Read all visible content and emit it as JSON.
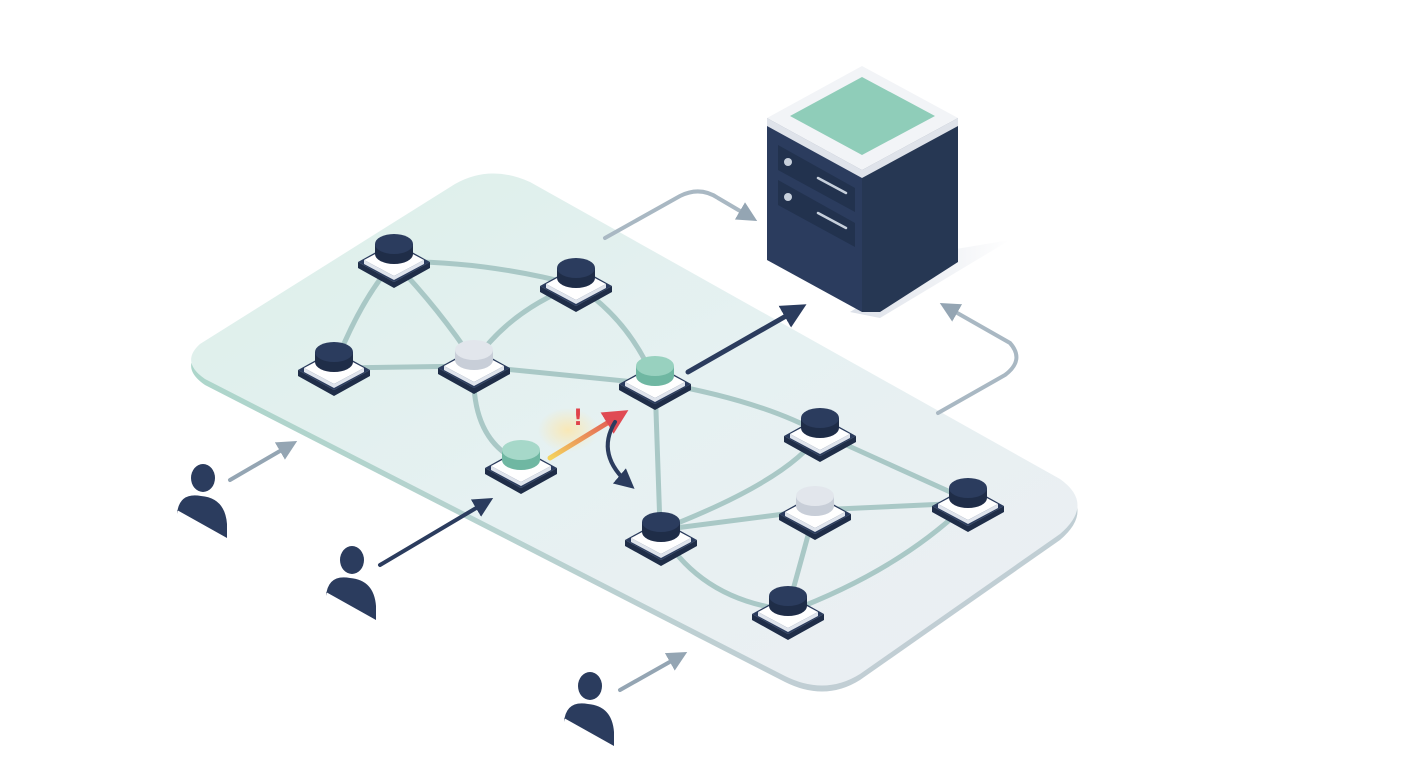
{
  "diagram": {
    "alert": {
      "label": "!",
      "color": "#e0424a"
    },
    "colors": {
      "navy": "#2b3c5e",
      "navy_dark": "#1f2d48",
      "mint": "#8fcdb9",
      "mint_light": "#b9e3d6",
      "gray_cap": "#dfe3ea",
      "link": "#a9b8c3",
      "arrow_gray": "#94a5b3",
      "arrow_dark": "#2b3c5e",
      "alert_red": "#e25a5a",
      "alert_yellow": "#f3c24b"
    },
    "nodes": [
      {
        "id": "n1",
        "cap": "navy"
      },
      {
        "id": "n2",
        "cap": "navy"
      },
      {
        "id": "n3",
        "cap": "navy"
      },
      {
        "id": "n4",
        "cap": "gray"
      },
      {
        "id": "n5",
        "cap": "mint"
      },
      {
        "id": "n6",
        "cap": "mint"
      },
      {
        "id": "n7",
        "cap": "navy"
      },
      {
        "id": "n8",
        "cap": "gray"
      },
      {
        "id": "n9",
        "cap": "navy"
      },
      {
        "id": "n10",
        "cap": "navy"
      },
      {
        "id": "n11",
        "cap": "navy"
      }
    ],
    "users": [
      {
        "id": "user-1"
      },
      {
        "id": "user-2"
      },
      {
        "id": "user-3"
      }
    ],
    "server": {
      "icon": "server-icon"
    }
  }
}
